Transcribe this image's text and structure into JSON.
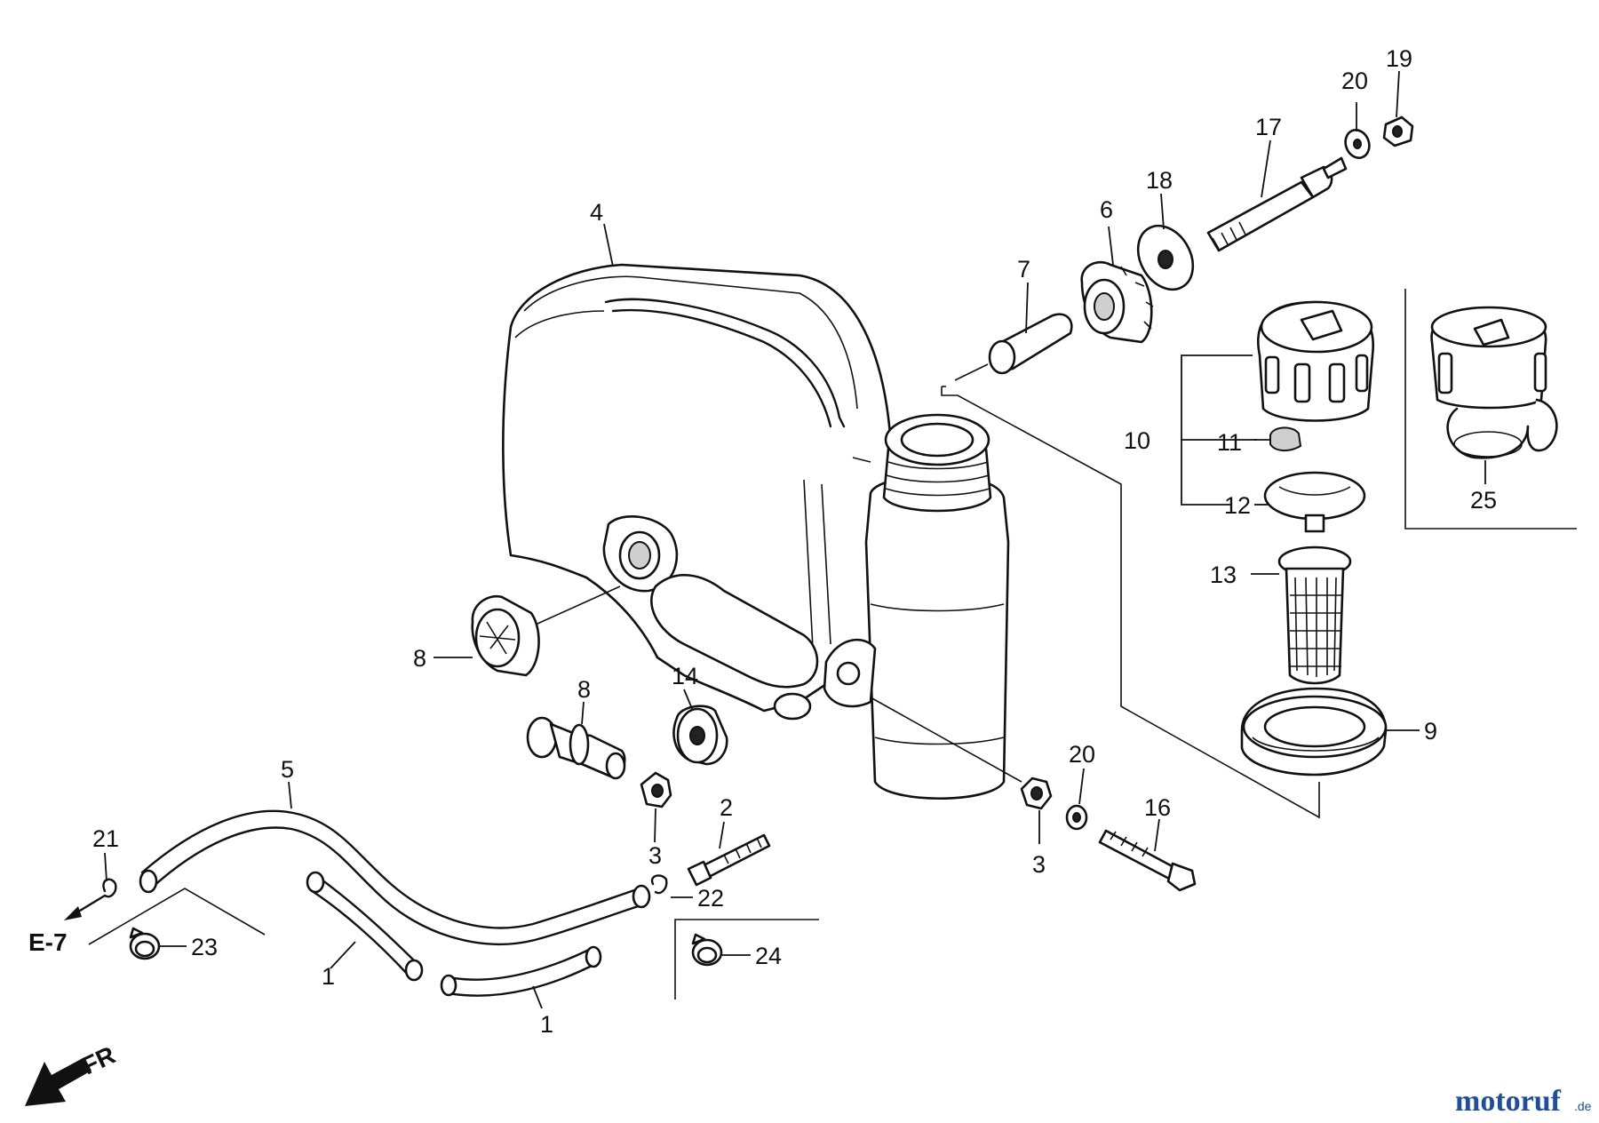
{
  "diagram": {
    "callouts": {
      "c1": "19",
      "c2": "20",
      "c3": "17",
      "c4": "18",
      "c5": "6",
      "c6": "4",
      "c7": "7",
      "c8": "10",
      "c9": "11",
      "c10": "12",
      "c11": "13",
      "c12": "25",
      "c13": "8",
      "c14": "8",
      "c15": "14",
      "c16": "9",
      "c17": "20",
      "c18": "5",
      "c19": "21",
      "c20": "2",
      "c21": "16",
      "c22": "3",
      "c23": "3",
      "c24": "22",
      "c25": "23",
      "c26": "24",
      "c27": "1",
      "c28": "1"
    },
    "page_ref": "E-7",
    "direction": "FR",
    "watermark": "motoruf",
    "watermark_suffix": ".de",
    "colors": {
      "line": "#111111",
      "background": "#ffffff",
      "watermark_blue": "#1f4e9e"
    }
  }
}
